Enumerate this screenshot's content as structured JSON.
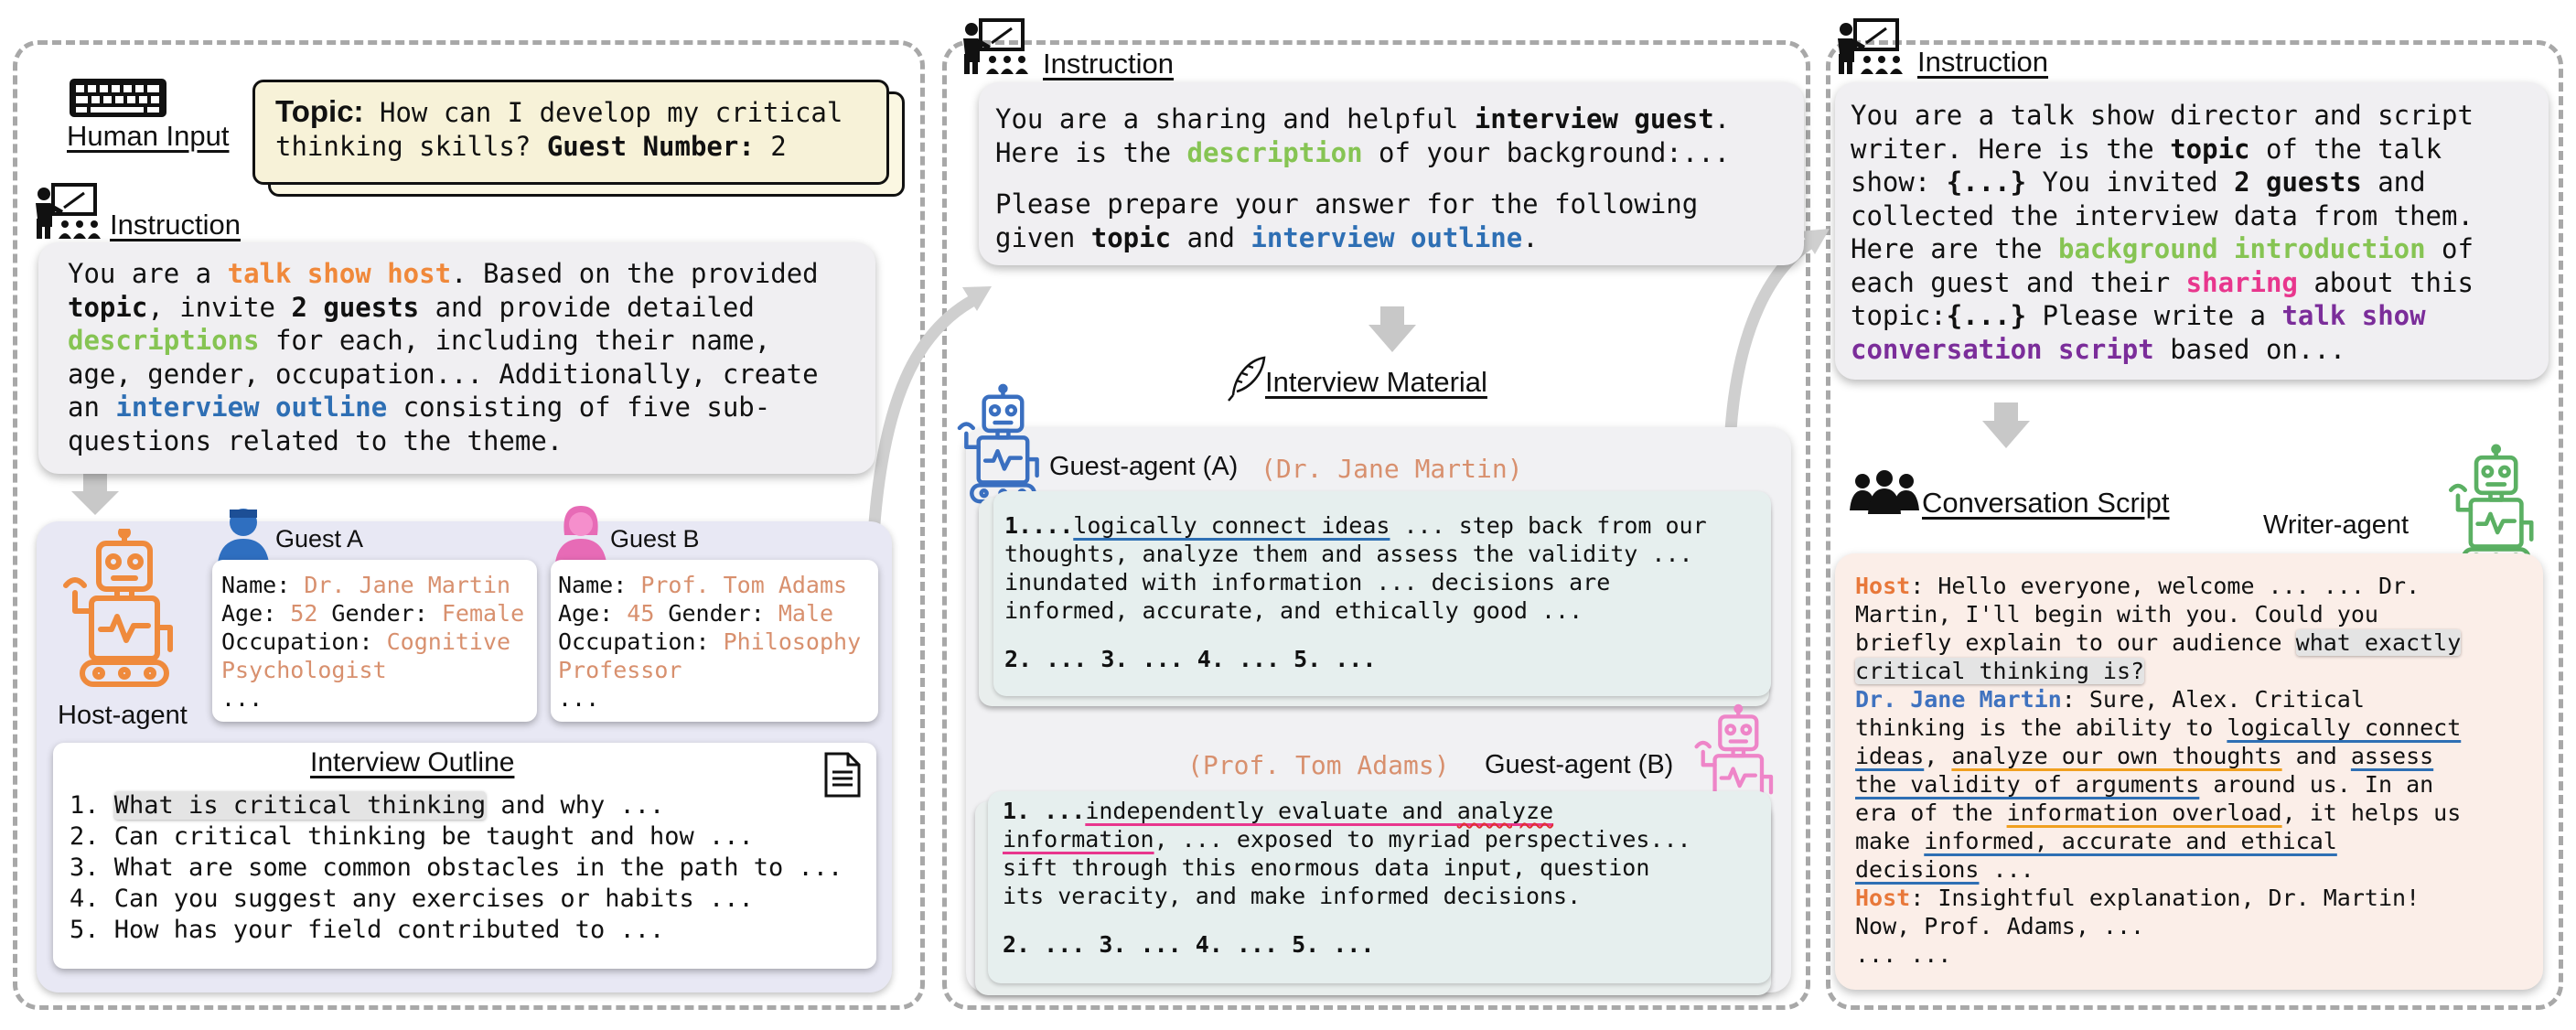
{
  "colors": {
    "panel_border": "#a8a8a8",
    "gray_box": "#f0eff2",
    "host_orange": "#f0883a",
    "description_green": "#86c453",
    "outline_blue": "#2e6fb4",
    "sharing_pink": "#e8368d",
    "script_purple": "#7b2d9a",
    "guest_value": "#d8906e",
    "teal_box": "#e6efee",
    "script_bg": "#fbeee8",
    "lavender_bg": "#e8e8f4"
  },
  "icons": [
    "keyboard-icon",
    "teacher-icon",
    "robot-icon",
    "person-icon",
    "document-icon",
    "quill-icon",
    "group-icon",
    "arrow-down-icon",
    "arrow-curve-icon"
  ],
  "left": {
    "human_input_label": "Human Input",
    "topic_label": "Topic:",
    "topic_line1": " How can I develop my critical",
    "topic_line2": "thinking skills? ",
    "guest_number_label": "Guest Number:",
    "guest_number": " 2",
    "instruction_label": "Instruction",
    "instr": {
      "l1a": "You are a ",
      "l1b": "talk show host",
      "l1c": ". Based on the provided",
      "l2a": "topic",
      "l2b": ", invite ",
      "l2c": "2 guests",
      "l2d": " and provide detailed",
      "l3a": "descriptions",
      "l3b": " for each, including their name,",
      "l4": "age, gender, occupation... Additionally, create",
      "l5a": "an ",
      "l5b": "interview outline",
      "l5c": " consisting of five sub-",
      "l6": "questions related to the theme."
    },
    "host_agent_label": "Host-agent",
    "guest_a": {
      "title": "Guest A",
      "name_label": "Name: ",
      "name": "Dr. Jane Martin",
      "age_label": "Age: ",
      "age": "52",
      "gender_label": " Gender: ",
      "gender": "Female",
      "occ_label": "Occupation: ",
      "occ1": "Cognitive",
      "occ2": "Psychologist",
      "more": "..."
    },
    "guest_b": {
      "title": "Guest B",
      "name_label": "Name: ",
      "name": "Prof. Tom Adams",
      "age_label": "Age: ",
      "age": "45",
      "gender_label": " Gender: ",
      "gender": "Male",
      "occ_label": "Occupation: ",
      "occ1": "Philosophy",
      "occ2": "Professor",
      "more": "..."
    },
    "outline": {
      "title": "Interview Outline",
      "q1a": "1. ",
      "q1b": "What is critical thinking",
      "q1c": " and why ...",
      "q2": "2. Can critical thinking be taught and how ...",
      "q3": "3. What are some common obstacles in the path to ...",
      "q4": "4. Can you suggest any exercises or habits ...",
      "q5": "5. How has your field contributed to ..."
    }
  },
  "middle": {
    "instruction_label": "Instruction",
    "instr": {
      "l1a": "You are a sharing and helpful ",
      "l1b": "interview guest",
      ".": ".",
      "l1c": ".",
      "l2a": "Here is the ",
      "l2b": "description",
      "l2c": " of your background:...",
      "l3": "Please prepare your answer for the following",
      "l4a": "given ",
      "l4b": "topic",
      "l4c": " and ",
      "l4d": "interview outline",
      "l4e": "."
    },
    "material_label": "Interview Material",
    "guest_a_agent": "Guest-agent (A)",
    "guest_a_name": "(Dr. Jane Martin)",
    "answer_a": {
      "l1a": "1....",
      "l1b": "logically connect ideas",
      "l1c": " ... step back from our",
      "l2": "thoughts, analyze them and assess the validity ...",
      "l3": "inundated with information ... decisions are",
      "l4": "informed, accurate, and ethically good ...",
      "l5": "2. ... 3. ... 4. ... 5. ..."
    },
    "guest_b_name": "(Prof. Tom Adams)",
    "guest_b_agent": "Guest-agent (B)",
    "answer_b": {
      "l1a": "1. ...",
      "l1b": "independently evaluate and ",
      "l1c": "analyze",
      "l2a": "information",
      "l2b": ", ... exposed to myriad perspectives...",
      "l3": "sift through this enormous data input, question",
      "l4": "its veracity, and make informed decisions.",
      "l5": "2. ... 3. ... 4. ... 5. ..."
    }
  },
  "right": {
    "instruction_label": "Instruction",
    "instr": {
      "l1": "You are a talk show director and script",
      "l2a": "writer. Here is the ",
      "l2b": "topic",
      "l2c": " of the talk",
      "l3a": "show: ",
      "l3b": "{...}",
      "l3c": " You invited ",
      "l3d": "2 guests",
      "l3e": " and",
      "l4": "collected the interview data from them.",
      "l5a": "Here are the ",
      "l5b": "background introduction",
      "l5c": " of",
      "l6a": "each guest and their ",
      "l6b": "sharing",
      "l6c": " about this",
      "l7a": "topic:",
      "l7b": "{...}",
      "l7c": " Please write a ",
      "l7d": "talk show",
      "l8a": "conversation script",
      "l8b": " based on..."
    },
    "script_label": "Conversation Script",
    "writer_label": "Writer-agent",
    "script": {
      "s1a": "Host",
      "s1b": ": Hello everyone, welcome ... ... Dr.",
      "s2": "Martin, I'll begin with you. Could you",
      "s3a": "briefly explain to our audience ",
      "s3b": "what exactly",
      "s4a": "critical thinking is?",
      "s5a": "Dr. Jane Martin",
      "s5b": ": Sure, Alex. Critical",
      "s6a": "thinking is the ability to ",
      "s6b": "logically connect",
      "s7a": "ideas",
      ", ": ", ",
      "s7b": ", ",
      "s7c": "analyze our own thoughts",
      "s7d": " and ",
      "s7e": "assess",
      "s8a": "the validity of arguments",
      "s8b": " around us. In an",
      "s9a": "era of the ",
      "s9b": "information overload",
      "s9c": ", it helps us",
      "s10a": "make ",
      "s10b": "informed, accurate and ethical",
      "s11a": "decisions",
      "s11b": " ...",
      "s12a": "Host",
      "s12b": ": Insightful explanation, Dr. Martin!",
      "s13": "Now, Prof. Adams, ...",
      "s14": "... ..."
    }
  }
}
